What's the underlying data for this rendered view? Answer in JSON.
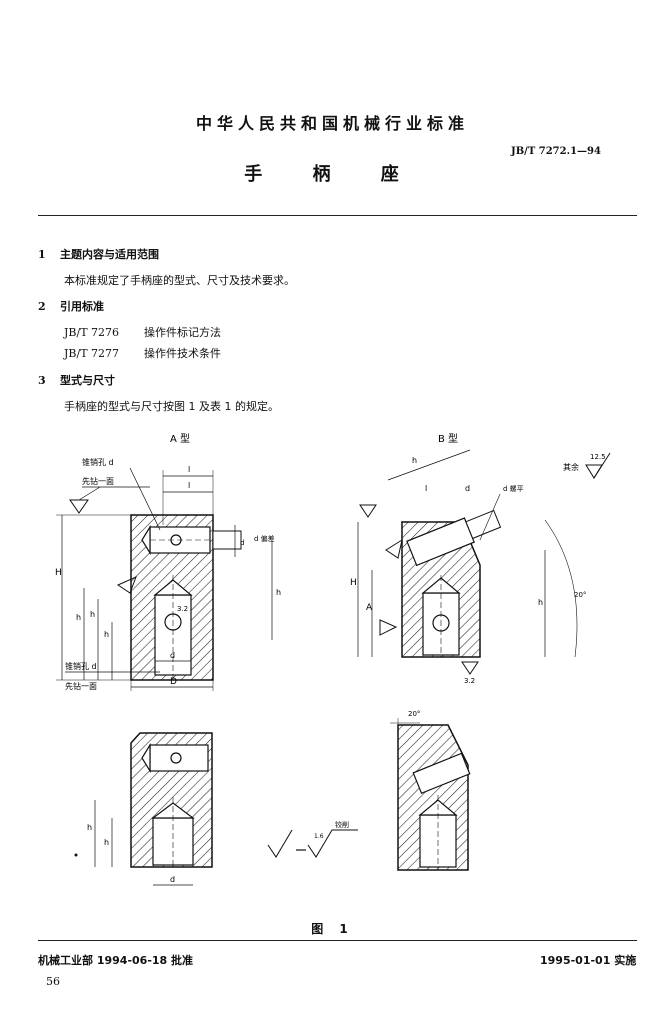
{
  "header": {
    "organization": "中华人民共和国机械行业标准",
    "standard_number": "JB/T 7272.1—94",
    "title": "手 柄 座"
  },
  "sections": [
    {
      "number": "1",
      "heading": "主题内容与适用范围",
      "text": "本标准规定了手柄座的型式、尺寸及技术要求。"
    },
    {
      "number": "2",
      "heading": "引用标准",
      "refs": [
        {
          "code": "JB/T 7276",
          "name": "操作件标记方法"
        },
        {
          "code": "JB/T 7277",
          "name": "操作件技术条件"
        }
      ]
    },
    {
      "number": "3",
      "heading": "型式与尺寸",
      "text": "手柄座的型式与尺寸按图 1 及表 1 的规定。"
    }
  ],
  "figure": {
    "caption": "图 1",
    "type_a": "A 型",
    "type_b": "B 型",
    "labels": {
      "a_hole_top": "锥销孔 d",
      "a_hole_top_note": "先钻一面",
      "a_hole_bottom": "锥销孔 d",
      "a_hole_bottom_note": "先钻一面",
      "l1": "l",
      "l": "l",
      "H": "H",
      "h1": "h",
      "h2": "h",
      "h3": "h",
      "d_top": "d",
      "tolerance": "d 偏差",
      "d_bottom": "d",
      "D": "D",
      "b_h": "h",
      "b_l1": "l",
      "b_d": "d",
      "b_thread": "d 螺平",
      "b_hs": "h",
      "b_H": "H",
      "b_A": "A",
      "b_angle": "20°",
      "rest": "其余",
      "rest_roughness": "12.5",
      "roughness_32": "3.2",
      "roughness_b": "3.2",
      "c_h2": "h",
      "c_h1": "h",
      "c_d": "d",
      "d_angle": "20°",
      "surface_symbol": "铰削",
      "surface_value": "1.6"
    }
  },
  "footer": {
    "approval": "机械工业部 1994-06-18 批准",
    "implementation": "1995-01-01 实施",
    "page_number": "56"
  }
}
